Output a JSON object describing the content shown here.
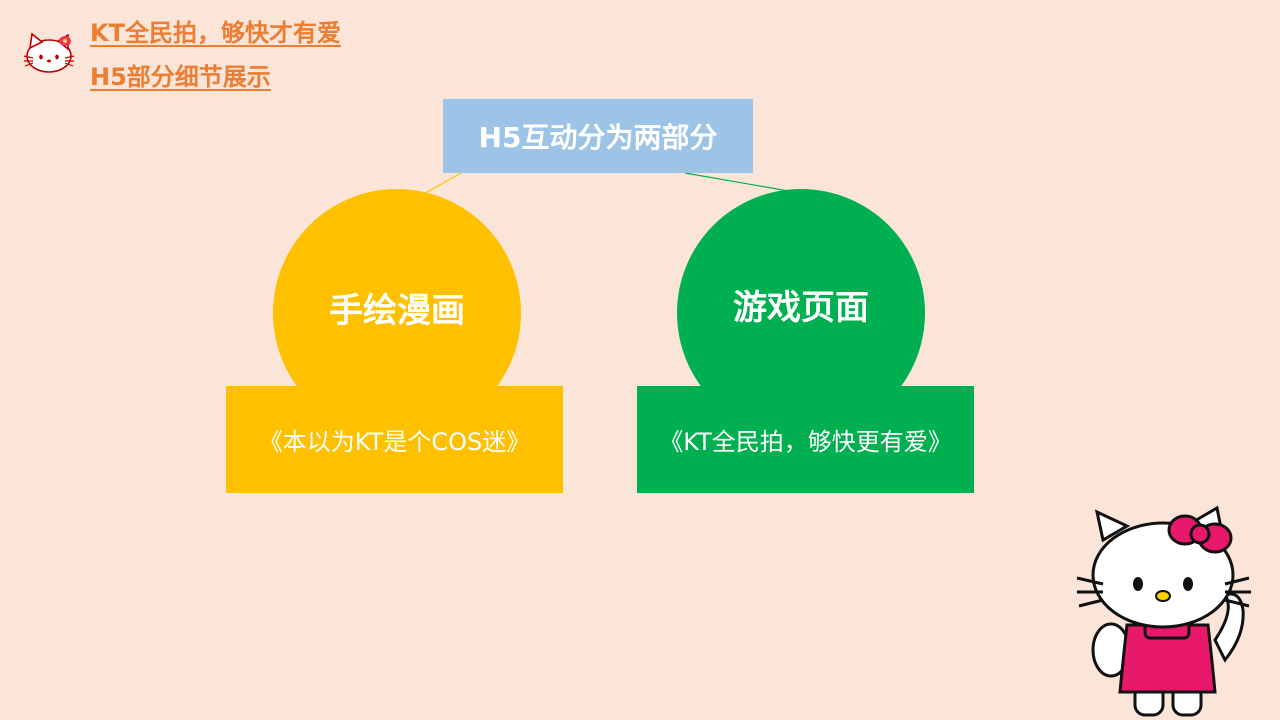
{
  "header": {
    "title_line1": "KT全民拍，够快才有爱",
    "title_line2": "H5部分细节展示",
    "logo_icon": "hello-kitty-head-icon"
  },
  "diagram": {
    "root": "H5互动分为两部分",
    "children": [
      {
        "title": "手绘漫画",
        "caption": "《本以为KT是个COS迷》",
        "color": "#ffc000"
      },
      {
        "title": "游戏页面",
        "caption": "《KT全民拍，够快更有爱》",
        "color": "#00b050"
      }
    ],
    "root_color": "#9dc3e6"
  },
  "decoration": {
    "mascot_icon": "hello-kitty-icon"
  },
  "colors": {
    "background": "#fbe5d8",
    "title": "#ed7d31"
  }
}
